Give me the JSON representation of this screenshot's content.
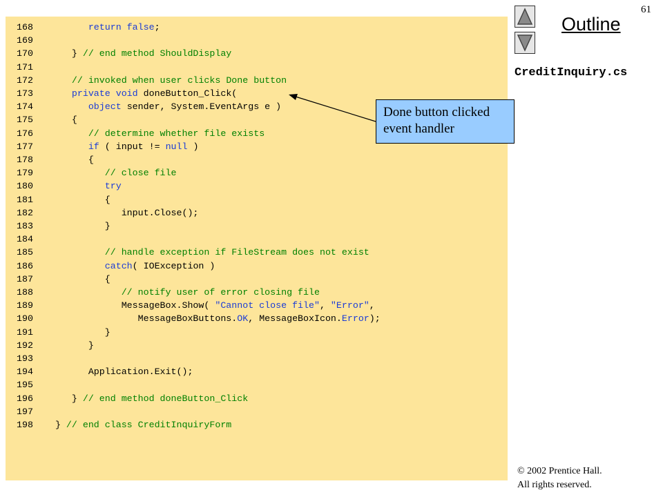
{
  "slide": {
    "page_number": "61",
    "outline_label": "Outline",
    "file_name": "CreditInquiry.cs",
    "callout": "Done button clicked\nevent handler",
    "copyright_line1": "© 2002 Prentice Hall.",
    "copyright_line2": "All rights reserved.",
    "colors": {
      "code_background": "#fde59a",
      "callout_background": "#99ccff",
      "keyword": "#1a3bd6",
      "comment": "#008000"
    },
    "icons": {
      "up": "triangle-up-icon",
      "down": "triangle-down-icon"
    }
  },
  "code": {
    "lines": [
      {
        "num": "168",
        "segs": [
          {
            "t": "         ",
            "c": "pl"
          },
          {
            "t": "return false",
            "c": "kw"
          },
          {
            "t": ";",
            "c": "pl"
          }
        ]
      },
      {
        "num": "169",
        "segs": []
      },
      {
        "num": "170",
        "segs": [
          {
            "t": "      } ",
            "c": "pl"
          },
          {
            "t": "// end method ShouldDisplay",
            "c": "cm"
          }
        ]
      },
      {
        "num": "171",
        "segs": []
      },
      {
        "num": "172",
        "segs": [
          {
            "t": "      ",
            "c": "pl"
          },
          {
            "t": "// invoked when user clicks Done button",
            "c": "cm"
          }
        ]
      },
      {
        "num": "173",
        "segs": [
          {
            "t": "      ",
            "c": "pl"
          },
          {
            "t": "private void",
            "c": "kw"
          },
          {
            "t": " doneButton_Click(",
            "c": "pl"
          }
        ]
      },
      {
        "num": "174",
        "segs": [
          {
            "t": "         ",
            "c": "pl"
          },
          {
            "t": "object",
            "c": "kw"
          },
          {
            "t": " sender, System.EventArgs e )",
            "c": "pl"
          }
        ]
      },
      {
        "num": "175",
        "segs": [
          {
            "t": "      {",
            "c": "pl"
          }
        ]
      },
      {
        "num": "176",
        "segs": [
          {
            "t": "         ",
            "c": "pl"
          },
          {
            "t": "// determine whether file exists",
            "c": "cm"
          }
        ]
      },
      {
        "num": "177",
        "segs": [
          {
            "t": "         ",
            "c": "pl"
          },
          {
            "t": "if",
            "c": "kw"
          },
          {
            "t": " ( input != ",
            "c": "pl"
          },
          {
            "t": "null",
            "c": "kw"
          },
          {
            "t": " )",
            "c": "pl"
          }
        ]
      },
      {
        "num": "178",
        "segs": [
          {
            "t": "         {",
            "c": "pl"
          }
        ]
      },
      {
        "num": "179",
        "segs": [
          {
            "t": "            ",
            "c": "pl"
          },
          {
            "t": "// close file",
            "c": "cm"
          }
        ]
      },
      {
        "num": "180",
        "segs": [
          {
            "t": "            ",
            "c": "pl"
          },
          {
            "t": "try",
            "c": "kw"
          }
        ]
      },
      {
        "num": "181",
        "segs": [
          {
            "t": "            {",
            "c": "pl"
          }
        ]
      },
      {
        "num": "182",
        "segs": [
          {
            "t": "               input.Close();",
            "c": "pl"
          }
        ]
      },
      {
        "num": "183",
        "segs": [
          {
            "t": "            }",
            "c": "pl"
          }
        ]
      },
      {
        "num": "184",
        "segs": []
      },
      {
        "num": "185",
        "segs": [
          {
            "t": "            ",
            "c": "pl"
          },
          {
            "t": "// handle exception if FileStream does not exist",
            "c": "cm"
          }
        ]
      },
      {
        "num": "186",
        "segs": [
          {
            "t": "            ",
            "c": "pl"
          },
          {
            "t": "catch",
            "c": "kw"
          },
          {
            "t": "( IOException )",
            "c": "pl"
          }
        ]
      },
      {
        "num": "187",
        "segs": [
          {
            "t": "            {",
            "c": "pl"
          }
        ]
      },
      {
        "num": "188",
        "segs": [
          {
            "t": "               ",
            "c": "pl"
          },
          {
            "t": "// notify user of error closing file",
            "c": "cm"
          }
        ]
      },
      {
        "num": "189",
        "segs": [
          {
            "t": "               MessageBox.Show( ",
            "c": "pl"
          },
          {
            "t": "\"Cannot close file\"",
            "c": "st"
          },
          {
            "t": ", ",
            "c": "pl"
          },
          {
            "t": "\"Error\"",
            "c": "st"
          },
          {
            "t": ",",
            "c": "pl"
          }
        ]
      },
      {
        "num": "190",
        "segs": [
          {
            "t": "                  MessageBoxButtons.",
            "c": "pl"
          },
          {
            "t": "OK",
            "c": "st"
          },
          {
            "t": ", MessageBoxIcon.",
            "c": "pl"
          },
          {
            "t": "Error",
            "c": "st"
          },
          {
            "t": ");",
            "c": "pl"
          }
        ]
      },
      {
        "num": "191",
        "segs": [
          {
            "t": "            }",
            "c": "pl"
          }
        ]
      },
      {
        "num": "192",
        "segs": [
          {
            "t": "         }",
            "c": "pl"
          }
        ]
      },
      {
        "num": "193",
        "segs": []
      },
      {
        "num": "194",
        "segs": [
          {
            "t": "         Application.Exit();",
            "c": "pl"
          }
        ]
      },
      {
        "num": "195",
        "segs": []
      },
      {
        "num": "196",
        "segs": [
          {
            "t": "      } ",
            "c": "pl"
          },
          {
            "t": "// end method doneButton_Click",
            "c": "cm"
          }
        ]
      },
      {
        "num": "197",
        "segs": []
      },
      {
        "num": "198",
        "segs": [
          {
            "t": "   } ",
            "c": "pl"
          },
          {
            "t": "// end class CreditInquiryForm",
            "c": "cm"
          }
        ]
      }
    ]
  }
}
